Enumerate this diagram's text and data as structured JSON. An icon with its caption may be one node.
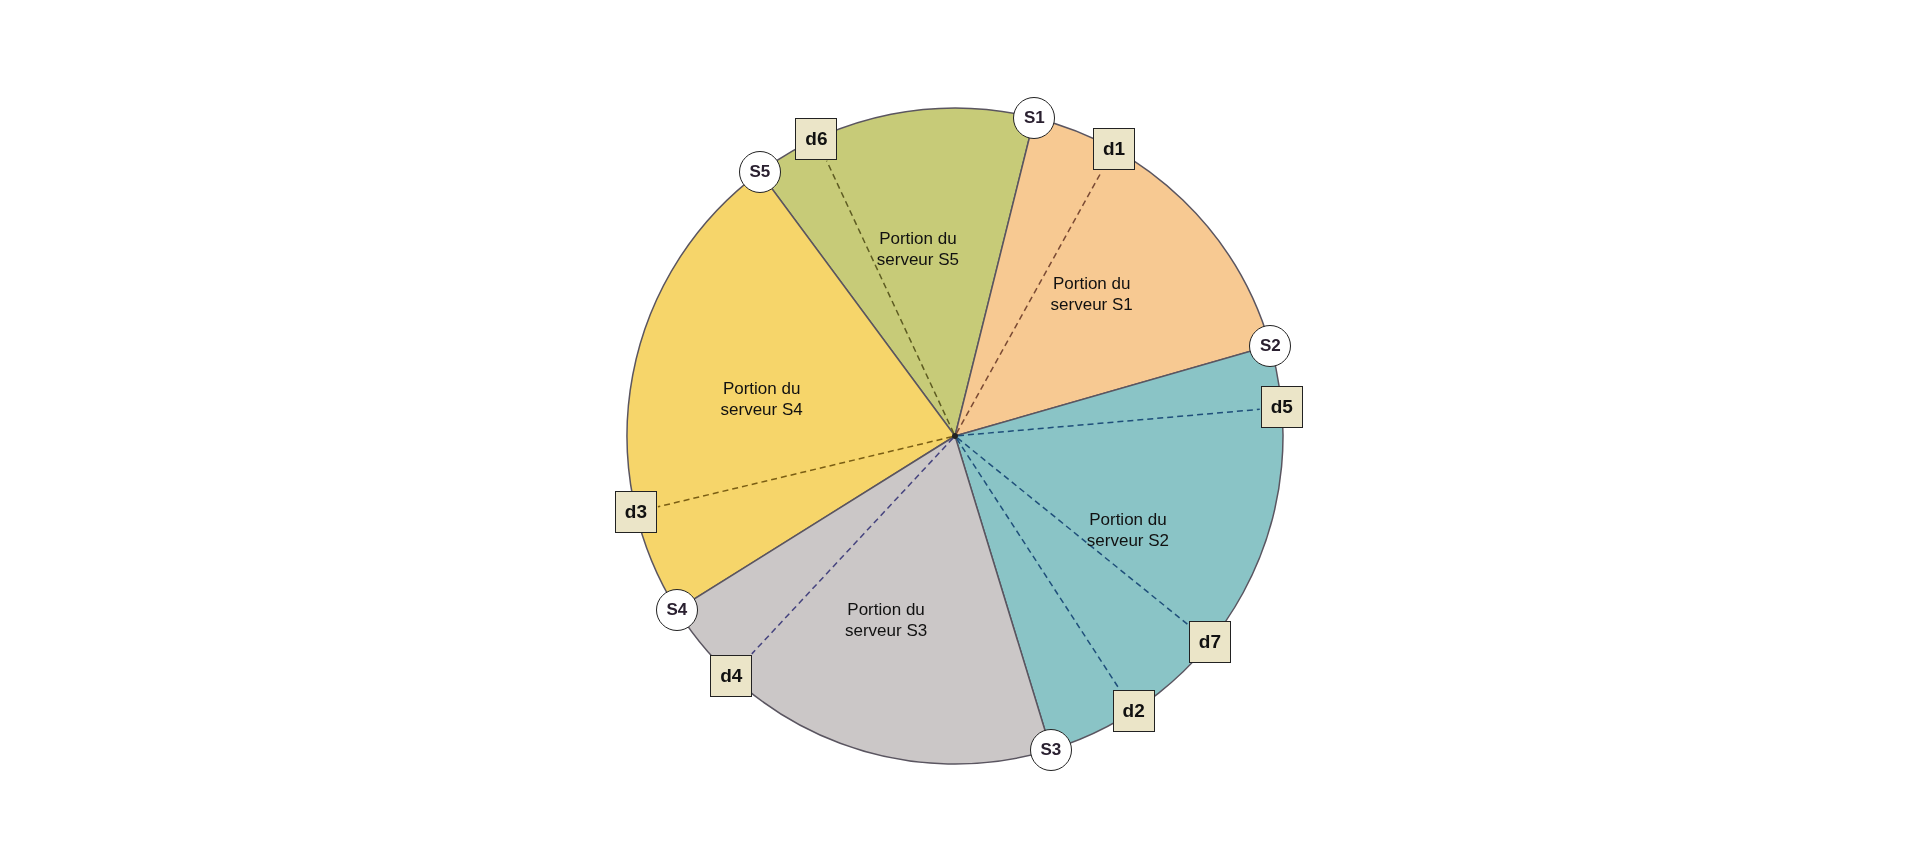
{
  "diagram": {
    "nodes": [
      {
        "text": [
          "S5"
        ]
      },
      {
        "text": [
          "S1"
        ]
      },
      {
        "text": [
          "S2"
        ]
      },
      {
        "text": [
          "S4"
        ]
      },
      {
        "text": [
          "S3"
        ]
      },
      {
        "text": [
          "d6"
        ]
      },
      {
        "text": [
          "d1"
        ]
      },
      {
        "text": [
          "d5"
        ]
      },
      {
        "text": [
          "d3"
        ]
      },
      {
        "text": [
          "d7"
        ]
      },
      {
        "text": [
          "d4"
        ]
      },
      {
        "text": [
          "d2"
        ]
      },
      {
        "text": [],
        "shape": "circle"
      }
    ],
    "edges": [
      {
        "from": 12,
        "to": 5,
        "arrow": "none",
        "style": "dashed",
        "color": "#5e5c22"
      },
      {
        "from": 12,
        "to": 6,
        "arrow": "none",
        "style": "dashed",
        "color": "#7a4a34"
      },
      {
        "from": 12,
        "to": 7,
        "arrow": "none",
        "style": "dashed"
      },
      {
        "from": 12,
        "to": 8,
        "arrow": "none",
        "style": "dashed",
        "color": "#7a5e14"
      },
      {
        "from": 12,
        "to": 9,
        "arrow": "none",
        "style": "dashed"
      },
      {
        "from": 12,
        "to": 10,
        "arrow": "none",
        "style": "dashed",
        "color": "#45437e"
      },
      {
        "from": 12,
        "to": 11,
        "arrow": "none",
        "style": "dashed"
      }
    ],
    "labels": [
      "Portion du serveur S5",
      "Portion du serveur S1",
      "Portion du serveur S4",
      "Portion du serveur S2",
      "Portion du serveur S3"
    ]
  }
}
